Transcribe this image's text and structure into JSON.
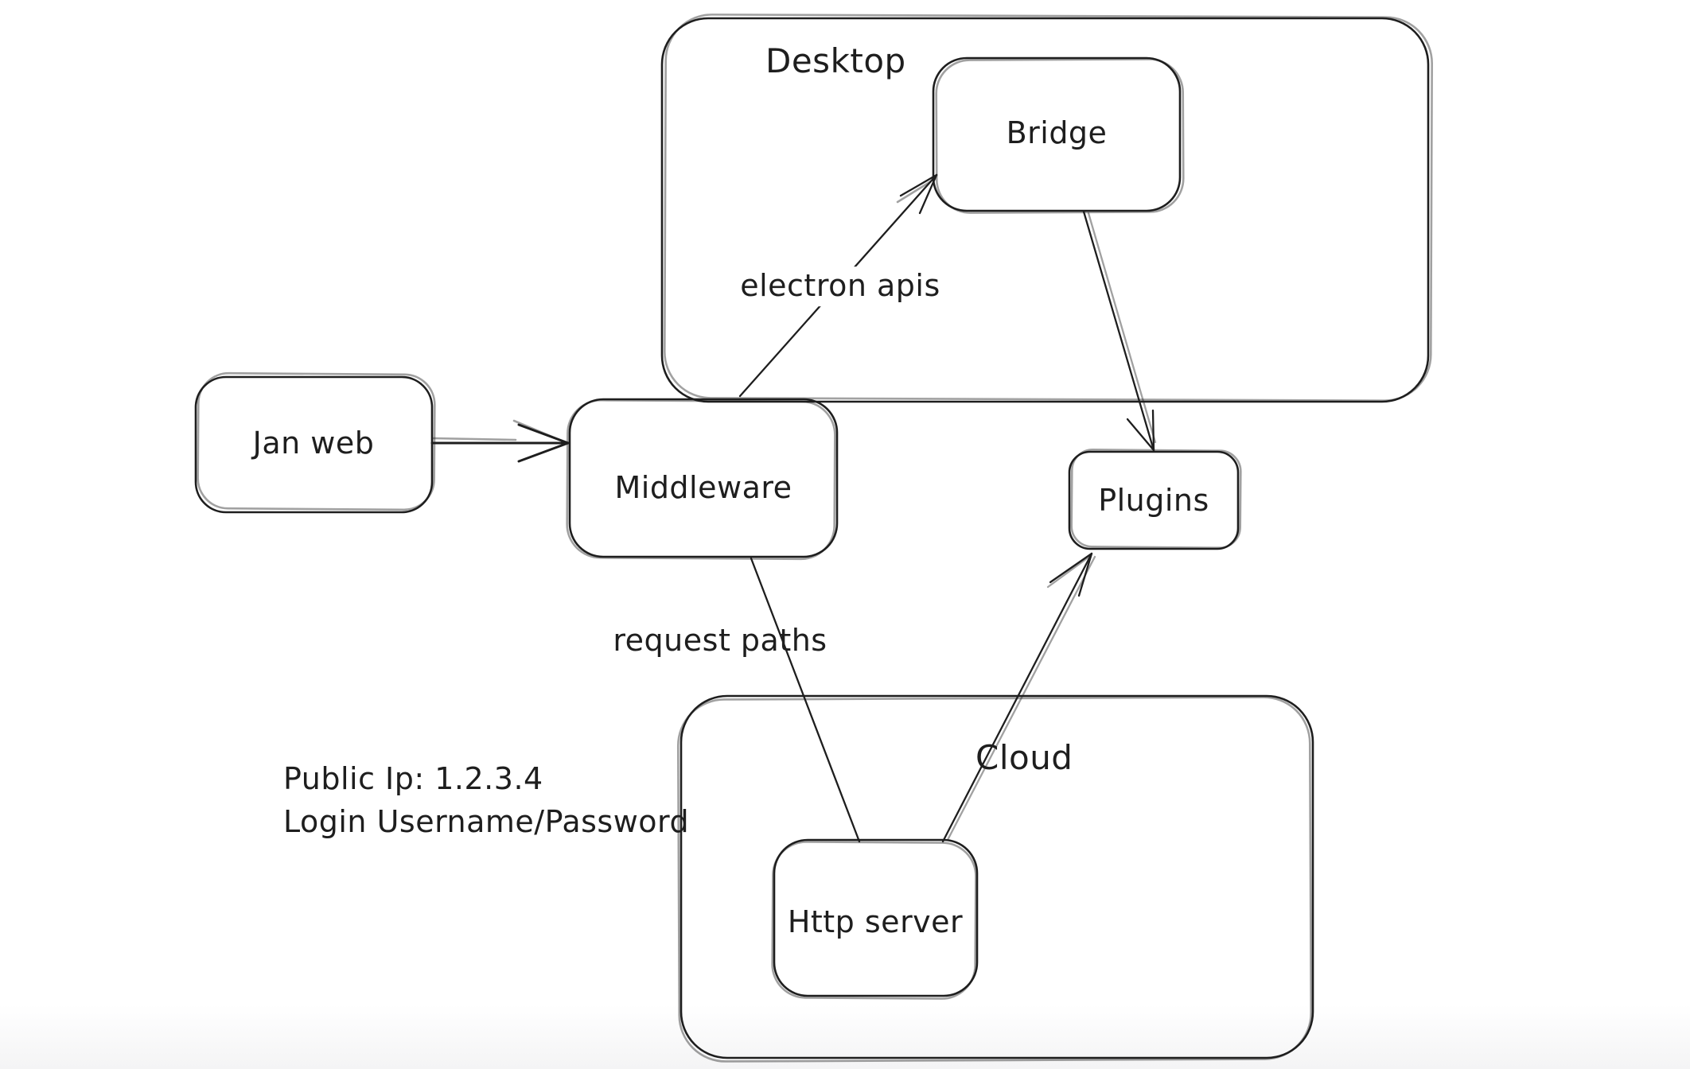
{
  "diagram": {
    "colors": {
      "stroke": "#1e1e1e",
      "background": "#ffffff"
    },
    "containers": {
      "desktop": {
        "label": "Desktop"
      },
      "cloud": {
        "label": "Cloud"
      }
    },
    "nodes": {
      "jan_web": {
        "label": "Jan web"
      },
      "middleware": {
        "label": "Middleware"
      },
      "bridge": {
        "label": "Bridge"
      },
      "plugins": {
        "label": "Plugins"
      },
      "http_server": {
        "label": "Http server"
      }
    },
    "edge_labels": {
      "electron_apis": "electron apis",
      "request_paths": "request paths"
    },
    "annotations": {
      "public_ip": "Public Ip: 1.2.3.4",
      "login": "Login Username/Password"
    },
    "edges": [
      {
        "from": "jan_web",
        "to": "middleware",
        "label": "",
        "arrowhead": "chevron"
      },
      {
        "from": "middleware",
        "to": "bridge",
        "label": "electron apis",
        "arrowhead": "open"
      },
      {
        "from": "bridge",
        "to": "plugins",
        "label": "",
        "arrowhead": "open"
      },
      {
        "from": "middleware",
        "to": "http_server",
        "label": "request paths",
        "arrowhead": "none"
      },
      {
        "from": "http_server",
        "to": "plugins",
        "label": "",
        "arrowhead": "open"
      }
    ]
  }
}
